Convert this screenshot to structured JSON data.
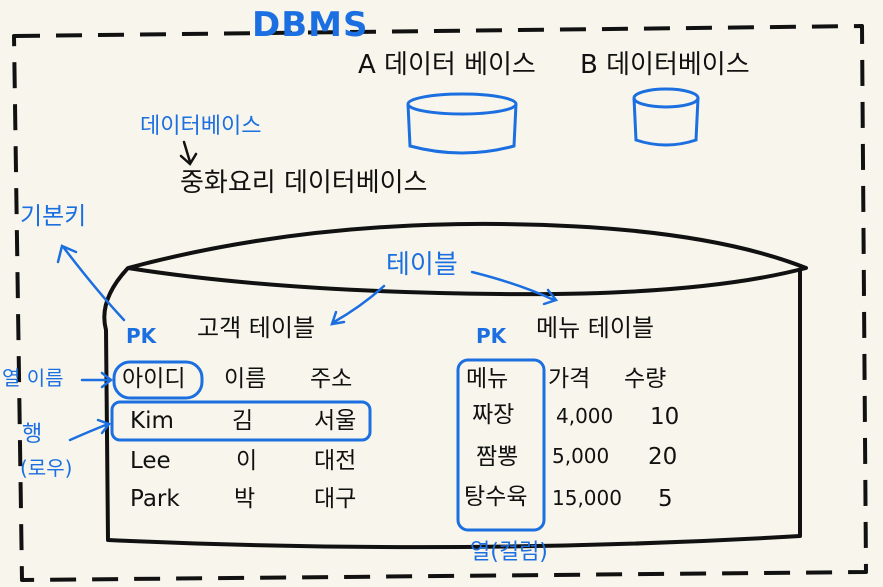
{
  "dbms_label": "DBMS",
  "databases": [
    {
      "label": "A 데이터 베이스"
    },
    {
      "label": "B 데이터베이스"
    }
  ],
  "annotations": {
    "database": "데이터베이스",
    "primary_key": "기본키",
    "table": "테이블",
    "column_name": "열 이름",
    "row": "행",
    "row_alias": "(로우)",
    "column": "열(컬럼)",
    "pk": "PK"
  },
  "chinese_db": "중화요리 데이터베이스",
  "customer_table": {
    "title": "고객 테이블",
    "columns": [
      "아이디",
      "이름",
      "주소"
    ],
    "rows": [
      [
        "Kim",
        "김",
        "서울"
      ],
      [
        "Lee",
        "이",
        "대전"
      ],
      [
        "Park",
        "박",
        "대구"
      ]
    ]
  },
  "menu_table": {
    "title": "메뉴 테이블",
    "columns": [
      "메뉴",
      "가격",
      "수량"
    ],
    "rows": [
      [
        "짜장",
        "4,000",
        "10"
      ],
      [
        "짬뽕",
        "5,000",
        "20"
      ],
      [
        "탕수육",
        "15,000",
        "5"
      ]
    ]
  },
  "colors": {
    "ink": "#111111",
    "accent": "#1c6fe0",
    "paper": "#f8f6ec"
  }
}
